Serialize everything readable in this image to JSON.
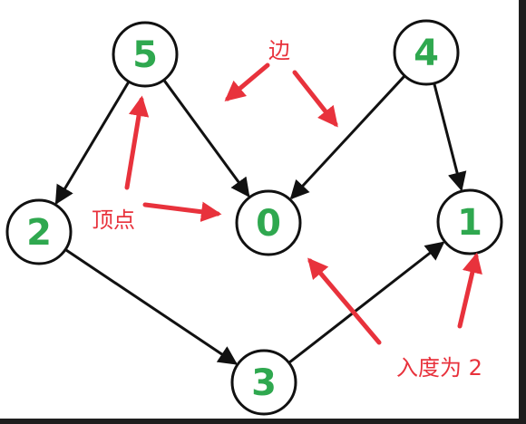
{
  "diagram": {
    "node_color": "#2fa84f",
    "edge_color": "#111111",
    "annotation_color": "#e8323c",
    "nodes": [
      {
        "id": "5",
        "label": "5"
      },
      {
        "id": "4",
        "label": "4"
      },
      {
        "id": "2",
        "label": "2"
      },
      {
        "id": "0",
        "label": "0"
      },
      {
        "id": "1",
        "label": "1"
      },
      {
        "id": "3",
        "label": "3"
      }
    ],
    "edges": [
      {
        "from": "5",
        "to": "2"
      },
      {
        "from": "5",
        "to": "0"
      },
      {
        "from": "4",
        "to": "0"
      },
      {
        "from": "4",
        "to": "1"
      },
      {
        "from": "2",
        "to": "3"
      },
      {
        "from": "3",
        "to": "1"
      }
    ],
    "annotations": {
      "edge_label": "边",
      "vertex_label": "顶点",
      "indegree_label": "入度为 2"
    }
  }
}
